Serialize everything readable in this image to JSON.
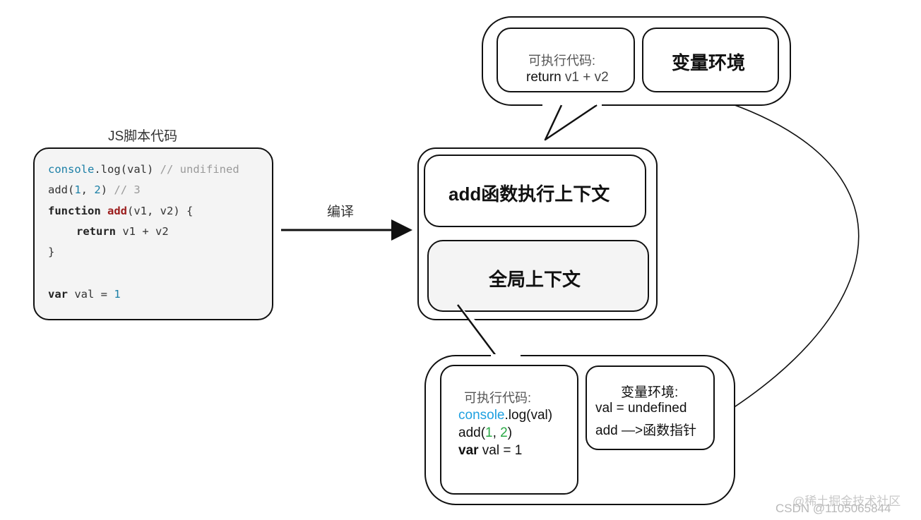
{
  "script_title": "JS脚本代码",
  "code": {
    "line1": {
      "obj": "console",
      "rest": ".log(val)",
      "comment": "// undifined"
    },
    "line2": {
      "pre": "add(",
      "a": "1",
      "sep": ", ",
      "b": "2",
      "post": ")",
      "comment": "// 3"
    },
    "line3": {
      "kw": "function",
      "name": "add",
      "rest": "(v1, v2) {"
    },
    "line4": {
      "kw": "return",
      "rest": " v1 + v2"
    },
    "line5": "}",
    "line6": {
      "kw": "var",
      "rest": " val = ",
      "num": "1"
    }
  },
  "compile_label": "编译",
  "stack": {
    "add_ctx": "add函数执行上下文",
    "global_ctx": "全局上下文"
  },
  "add_detail": {
    "exec_label": "可执行代码:",
    "exec_code_kw": "return",
    "exec_code_rest": " v1 + v2",
    "env_label": "变量环境"
  },
  "global_detail": {
    "exec_label": "可执行代码:",
    "line1_obj": "console",
    "line1_rest": ".log(val)",
    "line2_pre": "add(",
    "line2_a": "1",
    "line2_sep": ", ",
    "line2_b": "2",
    "line2_post": ")",
    "line3_kw": "var",
    "line3_rest": " val = 1",
    "env_label": "变量环境:",
    "env_line1": "val = undefined",
    "env_line2": "add —>函数指针"
  },
  "watermark": {
    "line1": "@稀土掘金技术社区",
    "line2": "CSDN @1105065844"
  }
}
